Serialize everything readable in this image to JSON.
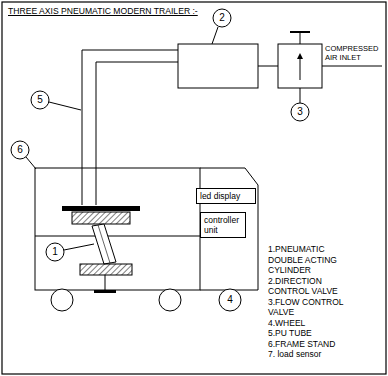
{
  "diagram": {
    "title": "THREE AXIS PNEUMATIC MODERN TRAILER :-",
    "nodes": [
      {
        "text": [
          "led display"
        ]
      },
      {
        "text": [
          "controller unit"
        ]
      }
    ],
    "labels": [
      "1",
      "2",
      "3",
      "4",
      "5",
      "6",
      "COMPRESSED AIR INLET",
      "1.PNEUMATIC DOUBLE ACTING CYLINDER",
      "2.DIRECTION CONTROL VALVE",
      "3.FLOW CONTROL VALVE",
      "4.WHEEL",
      "5.PU TUBE",
      "6.FRAME STAND",
      "7. load sensor"
    ]
  }
}
